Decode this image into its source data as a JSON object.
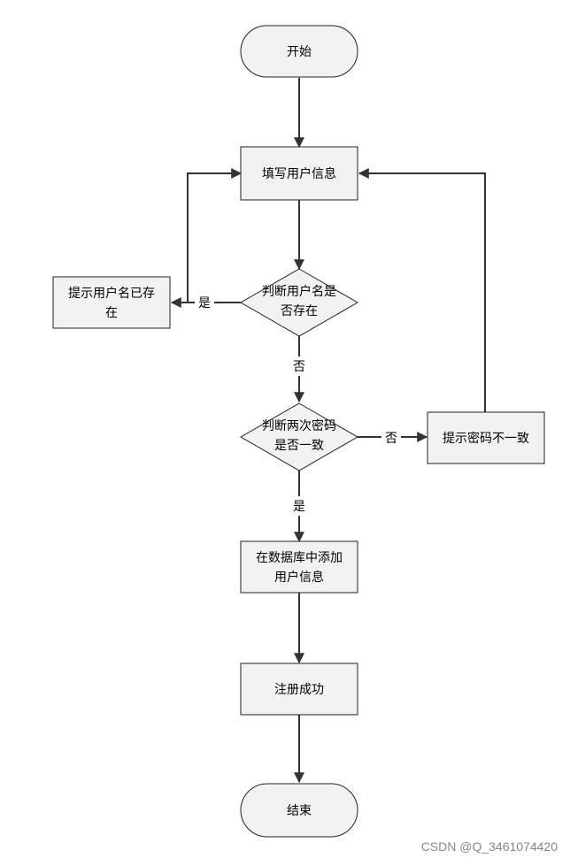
{
  "nodes": {
    "start": "开始",
    "fill_info": "填写用户信息",
    "check_name_1": "判断用户名是",
    "check_name_2": "否存在",
    "name_exists_1": "提示用户名已存",
    "name_exists_2": "在",
    "check_pwd_1": "判断两次密码",
    "check_pwd_2": "是否一致",
    "pwd_mismatch": "提示密码不一致",
    "add_db_1": "在数据库中添加",
    "add_db_2": "用户信息",
    "register_ok": "注册成功",
    "end": "结束"
  },
  "edges": {
    "yes_name_exists": "是",
    "no_name_exists": "否",
    "no_pwd_match": "否",
    "yes_pwd_match": "是"
  },
  "watermark": "CSDN @Q_3461074420"
}
